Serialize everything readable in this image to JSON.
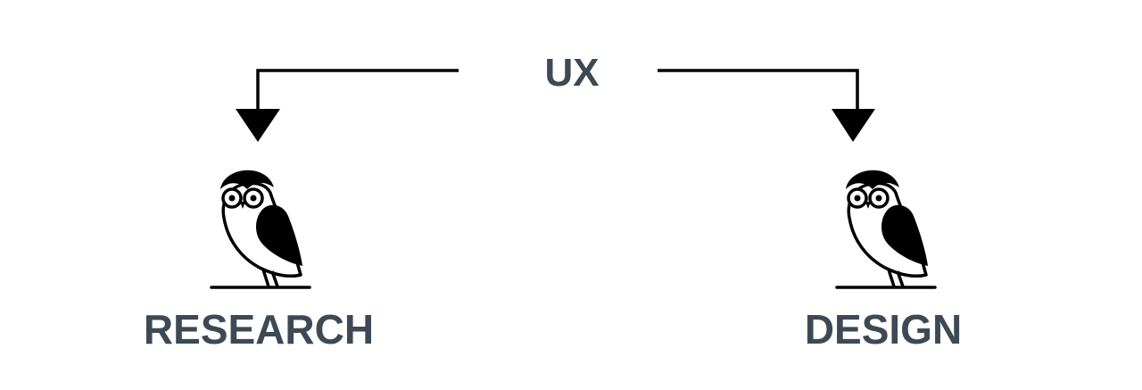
{
  "diagram": {
    "root_label": "UX",
    "branches": [
      {
        "label": "RESEARCH",
        "icon": "owl-icon"
      },
      {
        "label": "DESIGN",
        "icon": "owl-icon"
      }
    ]
  },
  "colors": {
    "label_text": "#3d4a55",
    "lines": "#000000",
    "owl": "#000000",
    "background": "#ffffff"
  }
}
